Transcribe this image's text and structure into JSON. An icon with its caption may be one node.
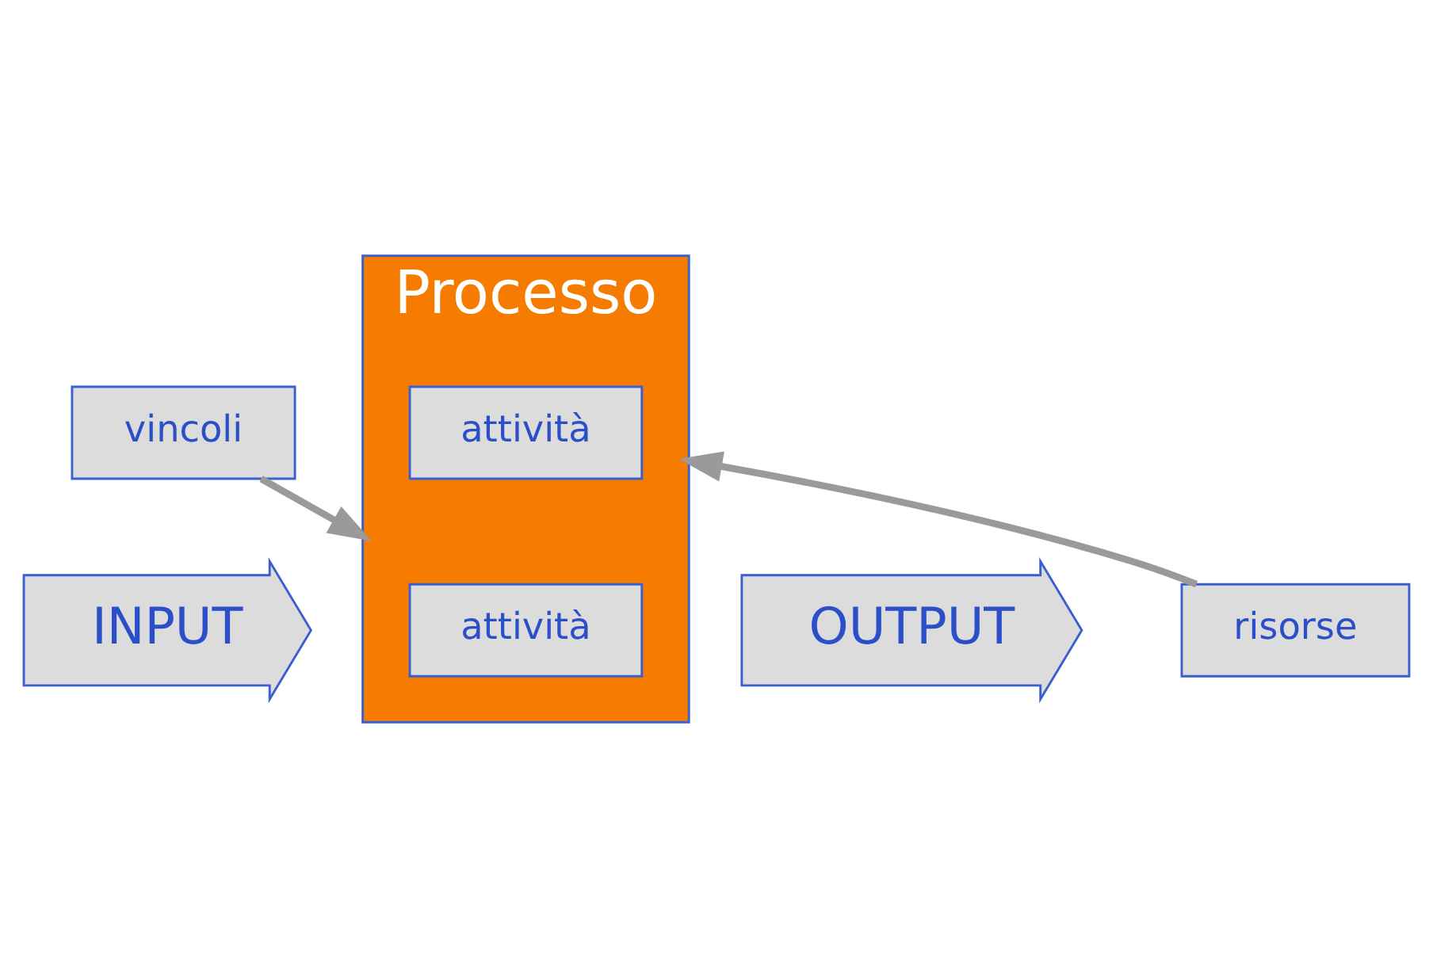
{
  "diagram": {
    "nodes": [
      {
        "text": [
          "vincoli"
        ]
      },
      {
        "text": [
          "INPUT"
        ]
      },
      {
        "text": [
          "Processo"
        ]
      },
      {
        "text": [
          "attività"
        ],
        "in": 2
      },
      {
        "text": [
          "attività"
        ],
        "in": 2
      },
      {
        "text": [
          "OUTPUT"
        ]
      },
      {
        "text": [
          "risorse"
        ]
      }
    ],
    "edges": [
      {
        "from": 0,
        "to": 2,
        "arrow": "to"
      },
      {
        "from": 6,
        "to": 2,
        "arrow": "to"
      }
    ]
  }
}
